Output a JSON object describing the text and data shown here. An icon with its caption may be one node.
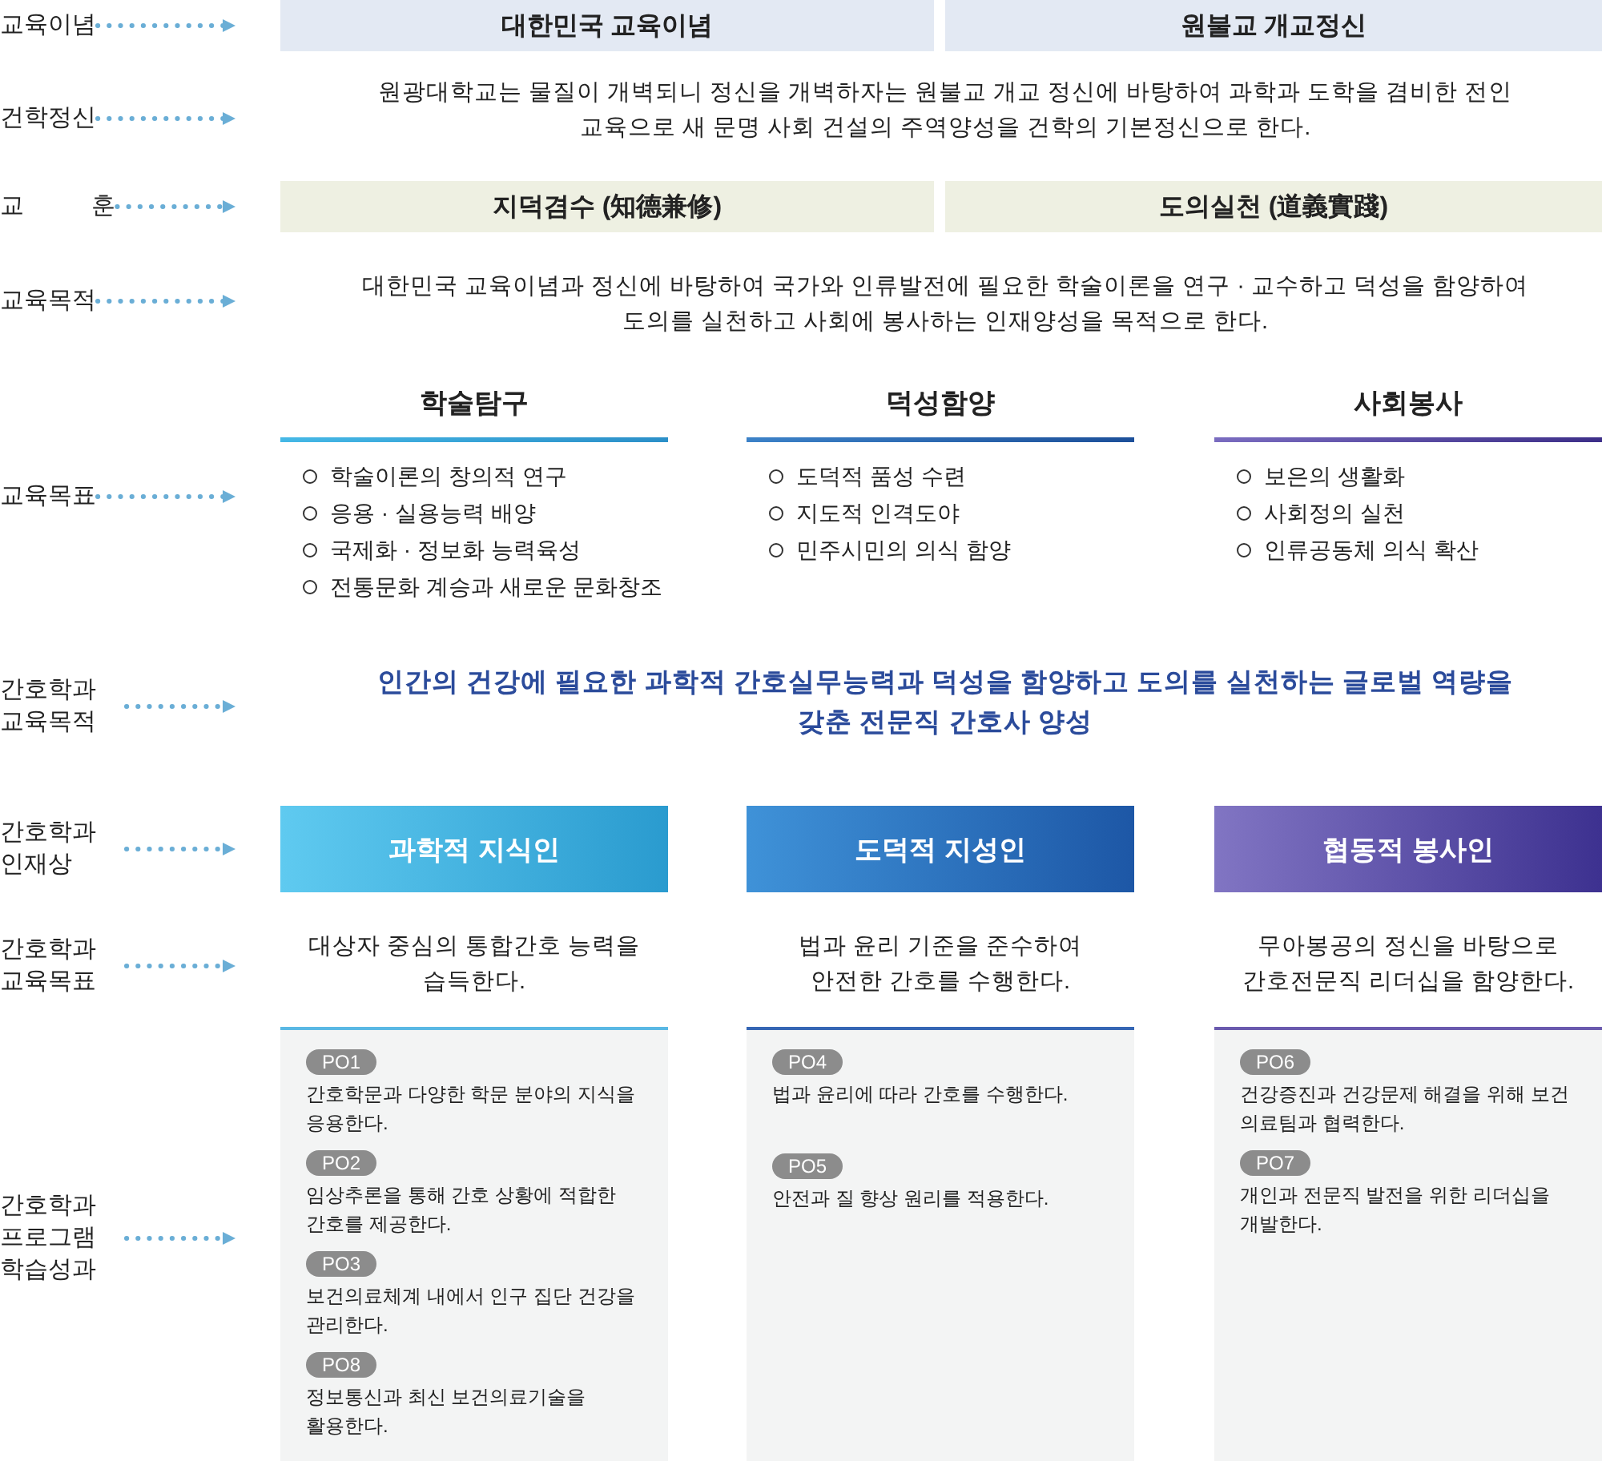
{
  "diagram": {
    "nodes": [
      {
        "text": [
          "교육이념"
        ]
      },
      {
        "text": [
          "건학정신"
        ]
      },
      {
        "text": [
          "교 훈"
        ]
      },
      {
        "text": [
          "교육목적"
        ]
      },
      {
        "text": [
          "교육목표"
        ]
      },
      {
        "text": [
          "간호학과 교육목적"
        ]
      },
      {
        "text": [
          "간호학과 인재상"
        ]
      },
      {
        "text": [
          "간호학과 교육목표"
        ]
      },
      {
        "text": [
          "간호학과 프로그램 학습성과"
        ]
      },
      {
        "text": [
          "대한민국 교육이념"
        ]
      },
      {
        "text": [
          "원불교 개교정신"
        ]
      },
      {
        "text": [
          "원광대학교는 물질이 개벽되니 정신을 개벽하자는 원불교 개교 정신에 바탕하여 과학과 도학을 겸비한 전인 교육으로 새 문명 사회 건설의 주역양성을 건학의 기본정신으로 한다."
        ]
      },
      {
        "text": [
          "지덕겸수 (知德兼修)"
        ]
      },
      {
        "text": [
          "도의실천 (道義實踐)"
        ]
      },
      {
        "text": [
          "대한민국 교육이념과 정신에 바탕하여 국가와 인류발전에 필요한 학술이론을 연구 · 교수하고 덕성을 함양하여 도의를 실천하고 사회에 봉사하는 인재양성을 목적으로 한다."
        ]
      },
      {
        "text": [
          "학술탐구",
          "학술이론의 창의적 연구",
          "응용 · 실용능력 배양",
          "국제화 · 정보화 능력육성",
          "전통문화 계승과 새로운 문화창조"
        ]
      },
      {
        "text": [
          "덕성함양",
          "도덕적 품성 수련",
          "지도적 인격도야",
          "민주시민의 의식 함양"
        ]
      },
      {
        "text": [
          "사회봉사",
          "보은의 생활화",
          "사회정의 실천",
          "인류공동체 의식 확산"
        ]
      },
      {
        "text": [
          "인간의 건강에 필요한 과학적 간호실무능력과 덕성을 함양하고 도의를 실천하는 글로벌 역량을 갖춘 전문직 간호사 양성"
        ]
      },
      {
        "text": [
          "과학적 지식인"
        ]
      },
      {
        "text": [
          "도덕적 지성인"
        ]
      },
      {
        "text": [
          "협동적 봉사인"
        ]
      },
      {
        "text": [
          "대상자 중심의 통합간호 능력을 습득한다."
        ]
      },
      {
        "text": [
          "법과 윤리 기준을 준수하여 안전한 간호를 수행한다."
        ]
      },
      {
        "text": [
          "무아봉공의 정신을 바탕으로 간호전문직 리더십을 함양한다."
        ]
      },
      {
        "text": [
          "PO1",
          "간호학문과 다양한 학문 분야의 지식을 응용한다.",
          "PO2",
          "임상추론을 통해 간호 상황에 적합한 간호를 제공한다.",
          "PO3",
          "보건의료체계 내에서 인구 집단 건강을 관리한다.",
          "PO8",
          "정보통신과 최신 보건의료기술을 활용한다."
        ]
      },
      {
        "text": [
          "PO4",
          "법과 윤리에 따라 간호를 수행한다.",
          "PO5",
          "안전과 질 향상 원리를 적용한다."
        ]
      },
      {
        "text": [
          "PO6",
          "건강증진과 건강문제 해결을 위해 보건 의료팀과 협력한다.",
          "PO7",
          "개인과 전문직 발전을 위한 리더십을 개발한다."
        ]
      }
    ],
    "edges": [
      {
        "from": 0,
        "to": null,
        "arrow": "to"
      },
      {
        "from": 1,
        "to": null,
        "arrow": "to"
      },
      {
        "from": 2,
        "to": null,
        "arrow": "to"
      },
      {
        "from": 3,
        "to": null,
        "arrow": "to"
      },
      {
        "from": 4,
        "to": null,
        "arrow": "to"
      },
      {
        "from": 5,
        "to": null,
        "arrow": "to"
      },
      {
        "from": 6,
        "to": null,
        "arrow": "to"
      },
      {
        "from": 7,
        "to": null,
        "arrow": "to"
      },
      {
        "from": 8,
        "to": null,
        "arrow": "to"
      }
    ]
  }
}
